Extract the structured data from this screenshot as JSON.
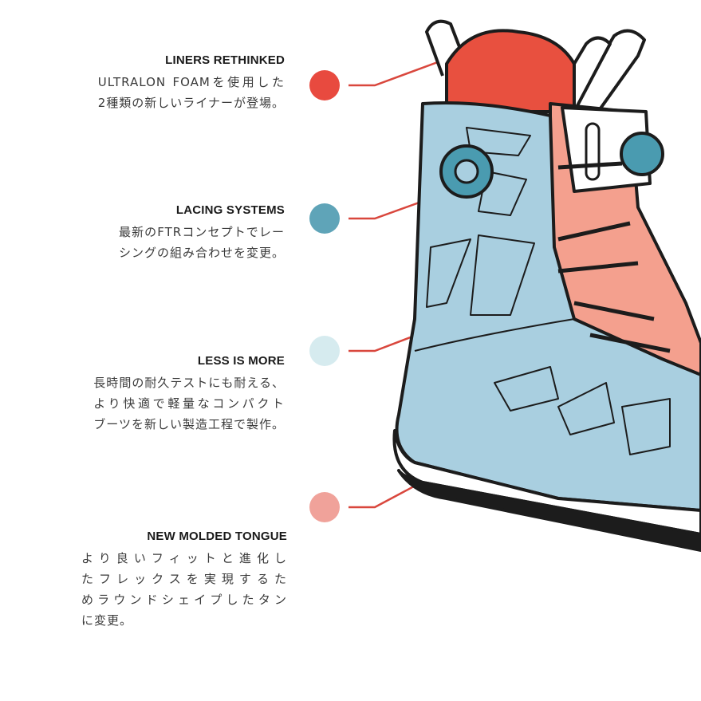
{
  "features": [
    {
      "title": "LINERS RETHINKED",
      "lines": [
        "ULTRALON FOAMを使用した",
        "2種類の新しいライナーが登場。"
      ],
      "color": "#e84a3f"
    },
    {
      "title": "LACING SYSTEMS",
      "lines": [
        "最新のFTRコンセプトでレー",
        "シングの組み合わせを変更。"
      ],
      "color": "#5fa4b8"
    },
    {
      "title": "LESS IS MORE",
      "lines": [
        "長時間の耐久テストにも耐える、",
        "より快適で軽量なコンパクト",
        "ブーツを新しい製造工程で製作。"
      ],
      "color": "#d6ebef"
    },
    {
      "title": "NEW MOLDED TONGUE",
      "lines": [
        "より良いフィットと進化し",
        "たフレックスを実現するた",
        "めラウンドシェイプしたタン",
        "に変更。"
      ],
      "color": "#f0a29a"
    }
  ],
  "leader_color": "#d9473d",
  "boot_colors": {
    "shell": "#a9cfe0",
    "liner": "#f4a08e",
    "collar": "#e8503f",
    "outline": "#1c1c1c",
    "dial": "#4a9bb0"
  }
}
